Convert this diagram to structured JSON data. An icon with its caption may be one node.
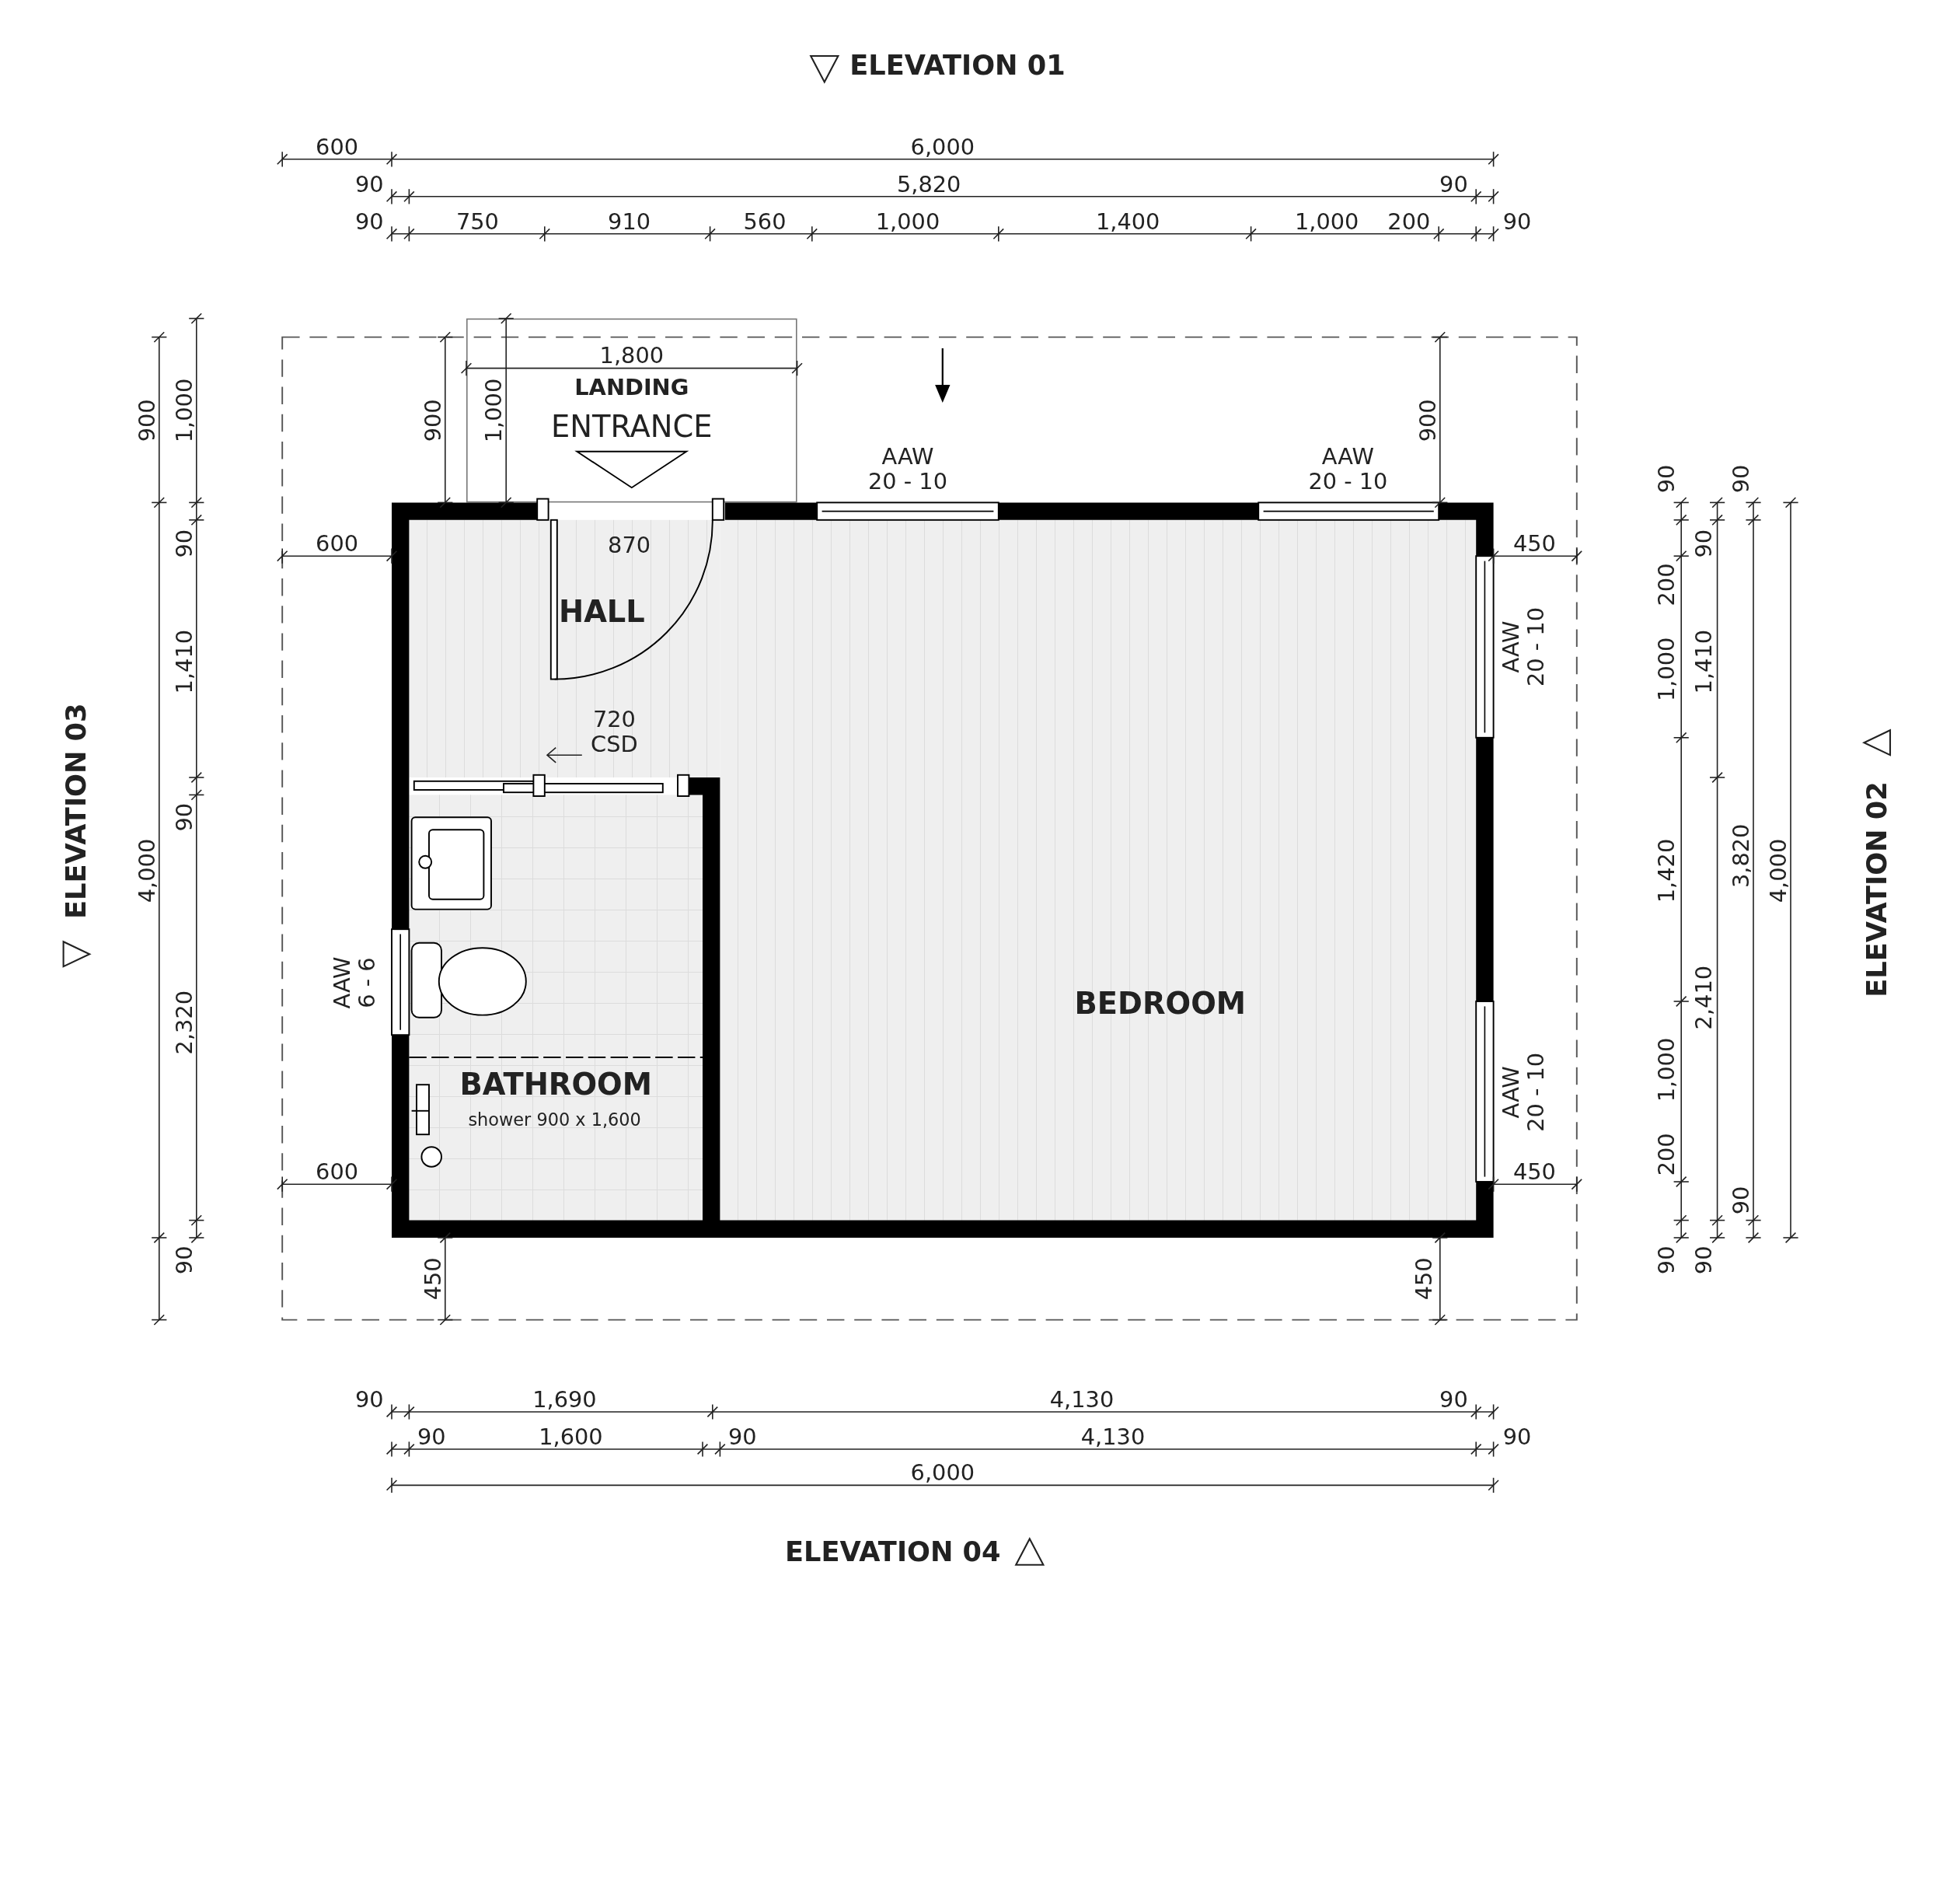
{
  "diagram": {
    "nodes": [
      {
        "text": [
          "LANDING",
          "ENTRANCE"
        ]
      },
      {
        "text": [
          "HALL"
        ]
      },
      {
        "text": [
          "BATHROOM",
          "shower 900 x 1,600"
        ]
      },
      {
        "text": [
          "BEDROOM"
        ]
      }
    ],
    "labels": [
      "ELEVATION 01",
      "600",
      "6,000",
      "90",
      "5,820",
      "90",
      "90",
      "750",
      "910",
      "560",
      "1,000",
      "1,400",
      "1,000",
      "200",
      "90",
      "1,800",
      "900",
      "1,000",
      "900",
      "1,000",
      "900",
      "AAW 20 - 10",
      "AAW 20 - 10",
      "90",
      "90",
      "90",
      "600",
      "870",
      "450",
      "90",
      "200",
      "1,410",
      "AAW 20 - 10",
      "1,000",
      "1,410",
      "720 CSD",
      "ELEVATION 03",
      "4,000",
      "90",
      "1,420",
      "3,820",
      "4,000",
      "ELEVATION 02",
      "2,320",
      "AAW 6 - 6",
      "AAW 20 - 10",
      "1,000",
      "2,410",
      "600",
      "450",
      "200",
      "90",
      "90",
      "450",
      "450",
      "90",
      "90",
      "90",
      "1,690",
      "4,130",
      "90",
      "90",
      "1,600",
      "90",
      "4,130",
      "90",
      "6,000",
      "ELEVATION 04"
    ]
  }
}
